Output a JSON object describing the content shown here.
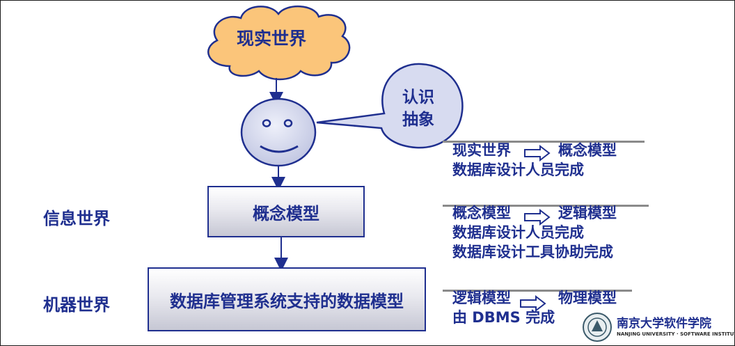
{
  "cloud_label": "现实世界",
  "bubble_label": [
    "认识",
    "抽象"
  ],
  "left_labels": {
    "info_world": "信息世界",
    "machine_world": "机器世界"
  },
  "boxes": {
    "conceptual_model": "概念模型",
    "dbms_model": "数据库管理系统支持的数据模型"
  },
  "notes": [
    {
      "from": "现实世界",
      "to": "概念模型",
      "lines": [
        "数据库设计人员完成"
      ]
    },
    {
      "from": "概念模型",
      "to": "逻辑模型",
      "lines": [
        "数据库设计人员完成",
        "数据库设计工具协助完成"
      ]
    },
    {
      "from": "逻辑模型",
      "to": "物理模型",
      "lines": [
        "由 DBMS 完成"
      ]
    }
  ],
  "logo": {
    "name": "南京大学软件学院",
    "subtitle": "NANJING UNIVERSITY · SOFTWARE INSTITUTE"
  },
  "colors": {
    "text": "#1f2f8f",
    "cloud": "#fbc57a",
    "face": "#d7dbf0",
    "rule": "#8a8a8a"
  },
  "icons": [
    "cloud",
    "smiley-face",
    "speech-bubble",
    "hollow-right-arrow"
  ]
}
